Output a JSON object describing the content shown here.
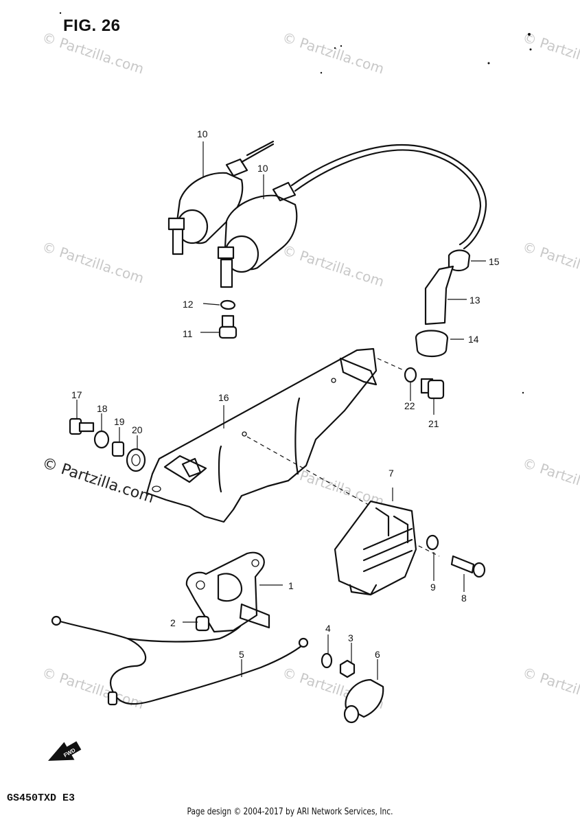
{
  "figure": {
    "title": "FIG. 26",
    "model_code": "GS450TXD  E3"
  },
  "footer": {
    "text": "Page design © 2004-2017 by ARI Network Services, Inc."
  },
  "watermarks": {
    "small": "© Partzilla.com",
    "large": "© Partzilla.com"
  },
  "fwd_arrow": {
    "label": "FWD"
  },
  "callouts": {
    "p1": "1",
    "p2": "2",
    "p3": "3",
    "p4": "4",
    "p5": "5",
    "p6": "6",
    "p7": "7",
    "p8": "8",
    "p9": "9",
    "p10a": "10",
    "p10b": "10",
    "p11": "11",
    "p12": "12",
    "p13": "13",
    "p14": "14",
    "p15": "15",
    "p16": "16",
    "p17": "17",
    "p18": "18",
    "p19": "19",
    "p20": "20",
    "p21": "21",
    "p22": "22"
  }
}
